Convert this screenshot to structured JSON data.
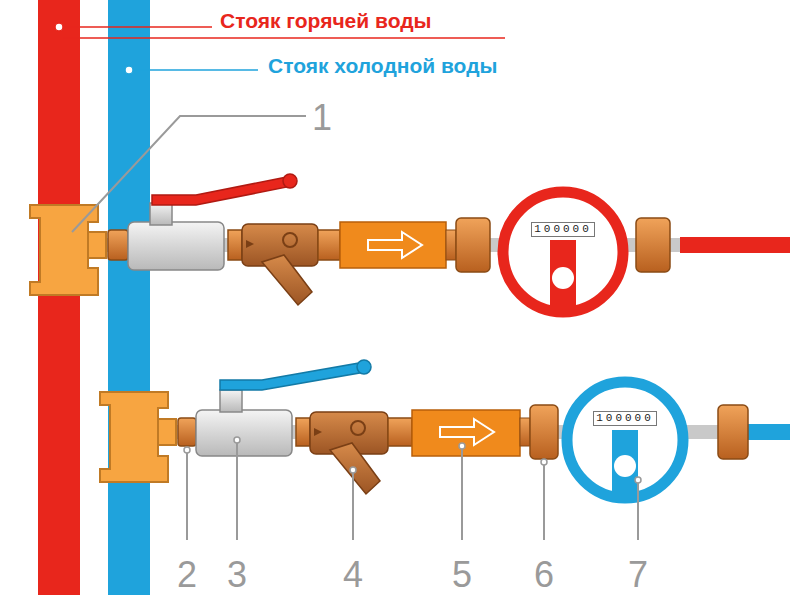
{
  "diagram": {
    "labels": [
      "Стояк горячей воды",
      "Стояк холодной воды",
      "1",
      "2",
      "3",
      "4",
      "5",
      "6",
      "7",
      "100000",
      "100000"
    ]
  }
}
